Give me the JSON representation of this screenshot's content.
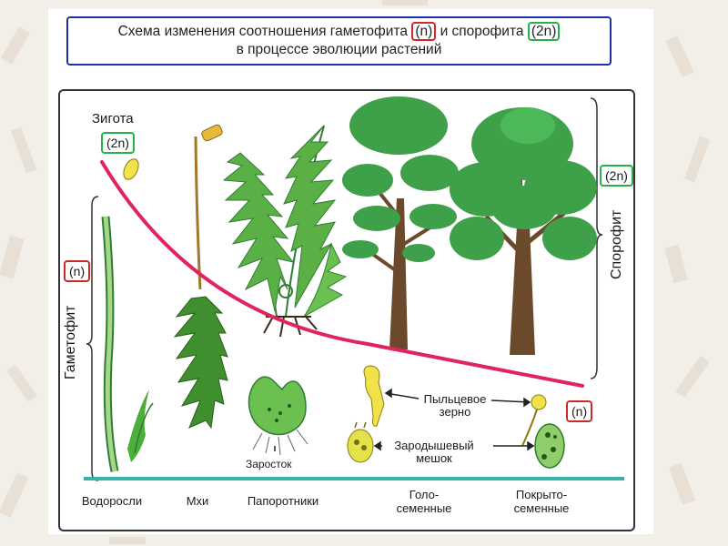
{
  "title": {
    "line1_prefix": "Схема изменения соотношения гаметофита ",
    "gametophyte_tag": "(n)",
    "line1_middle": " и спорофита ",
    "sporophyte_tag": "(2n)",
    "line2": "в процессе эволюции растений"
  },
  "zygote": {
    "label": "Зигота",
    "ploidy": "(2n)"
  },
  "gametophyte": {
    "label": "Гаметофит",
    "ploidy": "(n)"
  },
  "sporophyte": {
    "label": "Спорофит",
    "ploidy": "(2n)"
  },
  "angiosperm_ploidy": "(n)",
  "annotations": {
    "pollen_grain_line1": "Пыльцевое",
    "pollen_grain_line2": "зерно",
    "embryo_sac_line1": "Зародышевый",
    "embryo_sac_line2": "мешок",
    "prothallus": "Заросток"
  },
  "groups": [
    {
      "line1": "Водоросли",
      "line2": ""
    },
    {
      "line1": "Мхи",
      "line2": ""
    },
    {
      "line1": "Папоротники",
      "line2": ""
    },
    {
      "line1": "Голо-",
      "line2": "семенные"
    },
    {
      "line1": "Покрыто-",
      "line2": "семенные"
    }
  ],
  "colors": {
    "curve": "#e0245e",
    "baseline": "#39b3a8",
    "gametophyte_tag": "#cc2a2a",
    "sporophyte_tag": "#25b24a",
    "title_border": "#1f2fa8",
    "plant_green": "#4caf3a",
    "dark_green": "#2e7d32",
    "yellow": "#f1e24a",
    "trunk": "#6b4a2b"
  }
}
